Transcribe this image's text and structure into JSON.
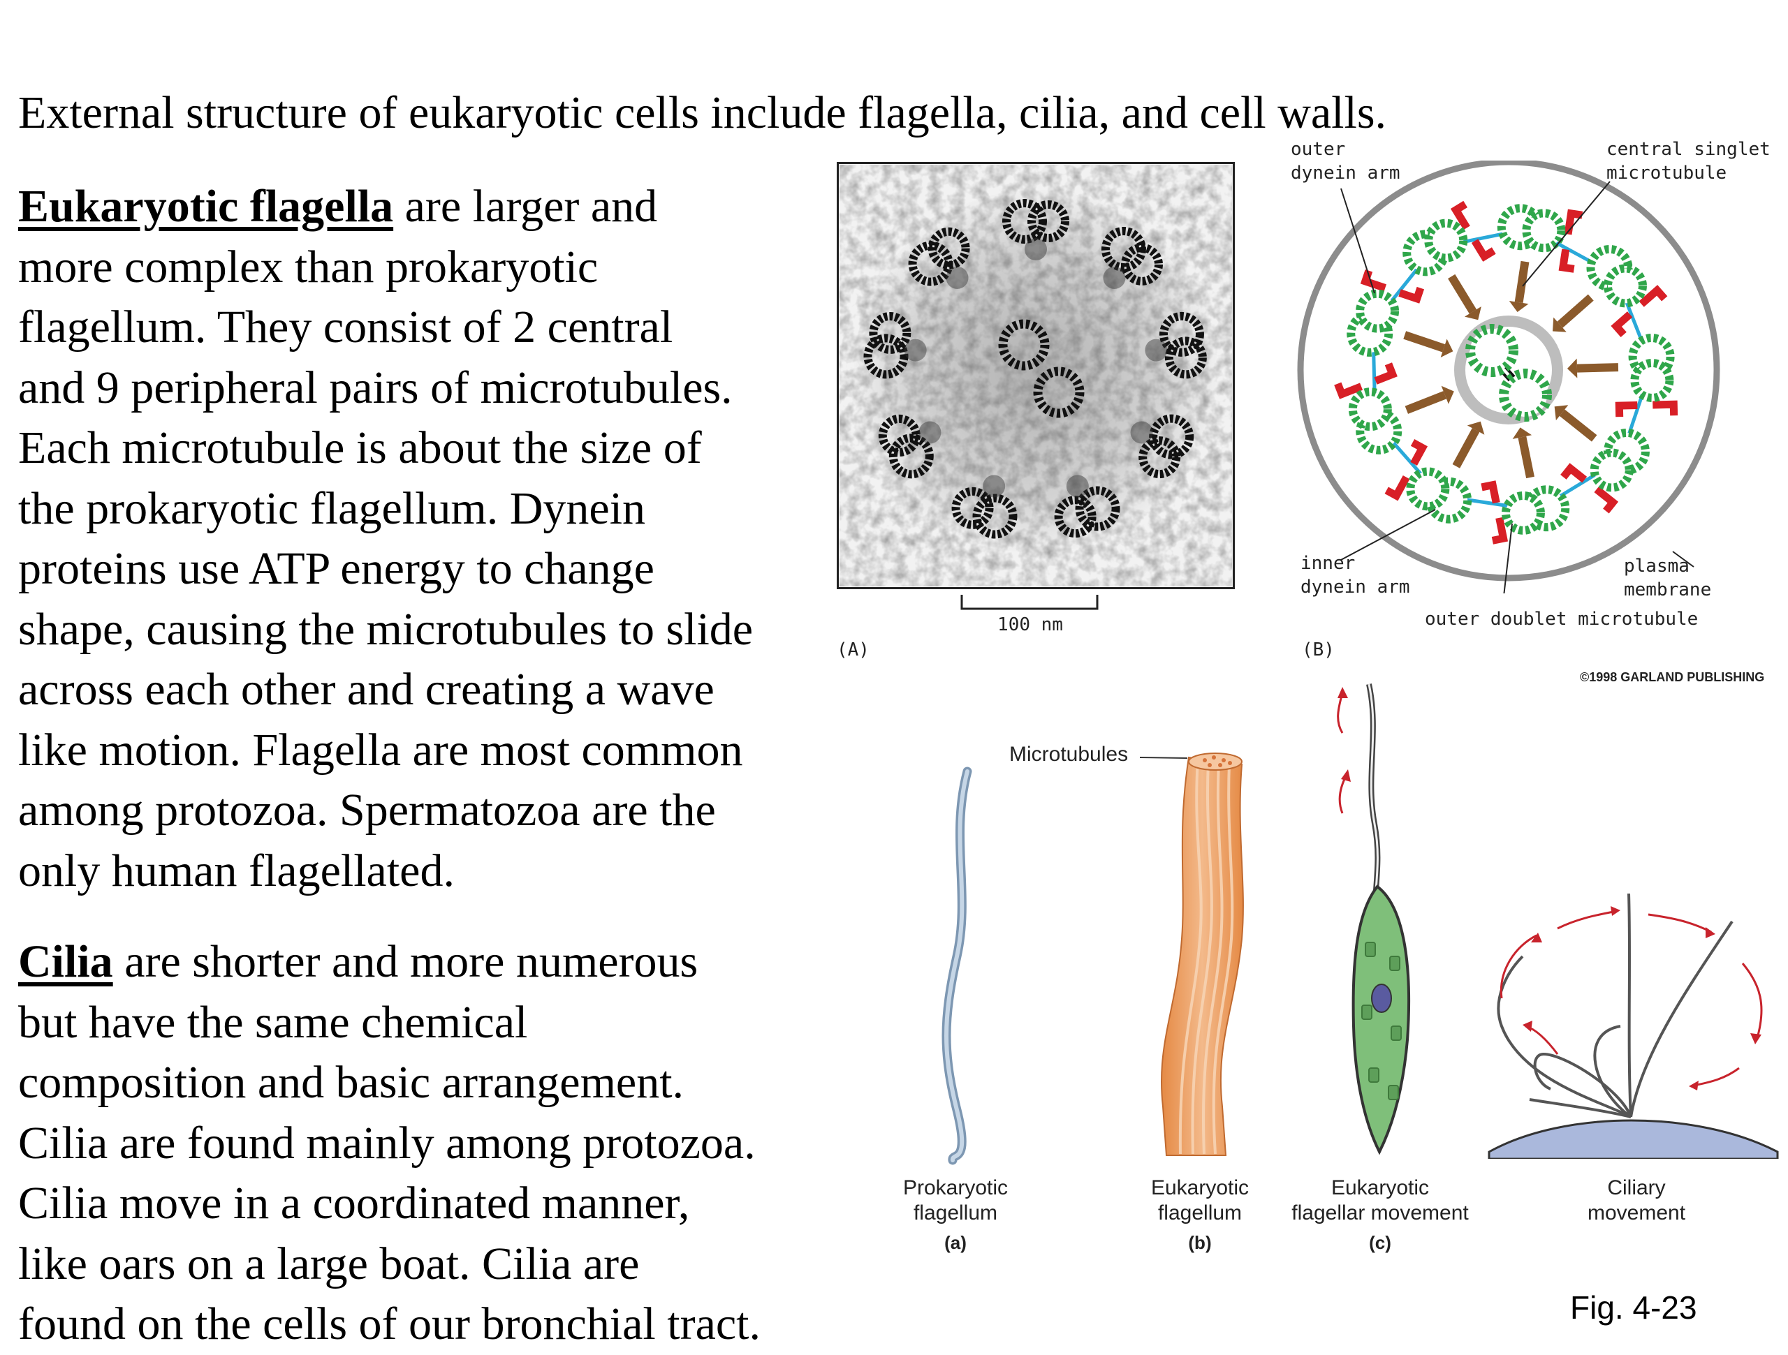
{
  "headline": "External structure of eukaryotic cells include flagella, cilia, and cell walls.",
  "flagella_paragraph": {
    "term": "Eukaryotic flagella",
    "lines": [
      " are larger and",
      "more complex than prokaryotic",
      "flagellum.  They consist of 2 central",
      "and 9 peripheral pairs of microtubules.",
      "Each microtubule is about the size of",
      "the prokaryotic flagellum.  Dynein",
      "proteins use ATP energy to change",
      "shape, causing the microtubules to slide",
      "across each other and creating a wave",
      "like motion.  Flagella are most common",
      "among protozoa.  Spermatozoa are the",
      "only human flagellated."
    ]
  },
  "cilia_paragraph": {
    "term": "Cilia",
    "lines": [
      " are shorter and more numerous",
      "but have the same chemical",
      "composition and basic arrangement.",
      "Cilia are found mainly among protozoa.",
      "Cilia move in a coordinated manner,",
      "like oars on a large boat.  Cilia are",
      "found on the cells of our bronchial tract."
    ]
  },
  "figure_top": {
    "micrograph": {
      "scale_label": "100 nm",
      "panel_label": "(A)"
    },
    "diagram": {
      "panel_label": "(B)",
      "labels": {
        "outer_dynein_arm": "outer\ndynein arm",
        "central_singlet": "central singlet\nmicrotubule",
        "inner_dynein_arm": "inner\ndynein arm",
        "plasma_membrane": "plasma\nmembrane",
        "outer_doublet": "outer doublet microtubule"
      },
      "credit": "©1998 GARLAND PUBLISHING",
      "colors": {
        "tubule": "#2fa64a",
        "tubule_fill": "#ffffff",
        "dynein": "#d81f26",
        "spoke": "#8b5a2b",
        "link": "#29a9d9",
        "membrane": "#8c8c8c"
      }
    }
  },
  "figure_bottom": {
    "microtubules_label": "Microtubules",
    "panels": [
      {
        "caption": "Prokaryotic\nflagellum",
        "letter": "(a)"
      },
      {
        "caption": "Eukaryotic\nflagellum",
        "letter": "(b)"
      },
      {
        "caption": "Eukaryotic\nflagellar movement",
        "letter": "(c)"
      },
      {
        "caption": "Ciliary\nmovement",
        "letter": ""
      }
    ],
    "fig_label": "Fig. 4-23",
    "colors": {
      "prokaryotic": "#9ab3cc",
      "eukaryotic": "#e3955a",
      "cell": "#7fbf7a",
      "arrow": "#c8232c",
      "surface": "#aab8dc"
    }
  }
}
